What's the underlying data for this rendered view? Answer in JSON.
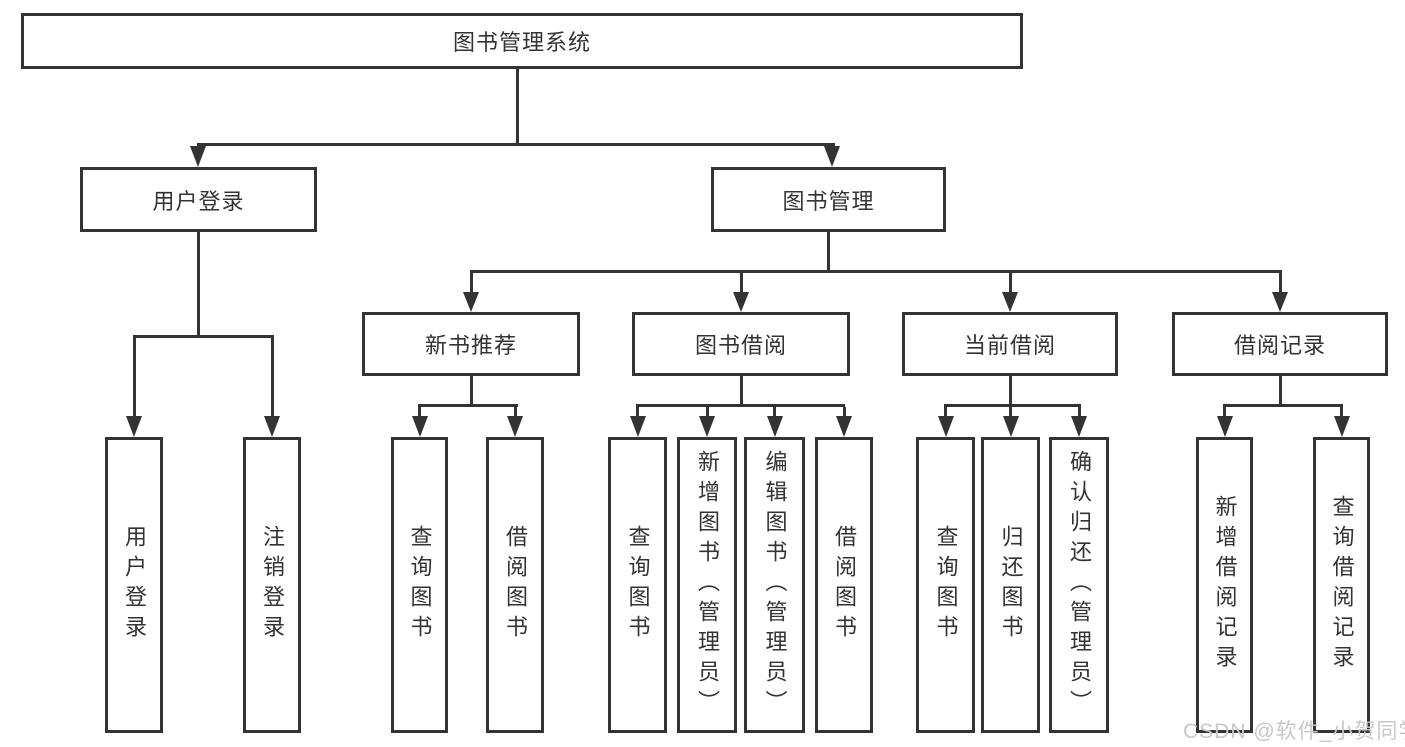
{
  "diagram": {
    "root": {
      "label": "图书管理系统"
    },
    "branches": [
      {
        "label": "用户登录",
        "children": [
          {
            "label": "用户登录"
          },
          {
            "label": "注销登录"
          }
        ]
      },
      {
        "label": "图书管理",
        "children": [
          {
            "label": "新书推荐",
            "children": [
              {
                "label": "查询图书"
              },
              {
                "label": "借阅图书"
              }
            ]
          },
          {
            "label": "图书借阅",
            "children": [
              {
                "label": "查询图书"
              },
              {
                "label": "新增图书（管理员）"
              },
              {
                "label": "编辑图书（管理员）"
              },
              {
                "label": "借阅图书"
              }
            ]
          },
          {
            "label": "当前借阅",
            "children": [
              {
                "label": "查询图书"
              },
              {
                "label": "归还图书"
              },
              {
                "label": "确认归还（管理员）"
              }
            ]
          },
          {
            "label": "借阅记录",
            "children": [
              {
                "label": "新增借阅记录"
              },
              {
                "label": "查询借阅记录"
              }
            ]
          }
        ]
      }
    ]
  },
  "watermark": {
    "text": "CSDN @软件_小贺同学"
  },
  "colors": {
    "line": "#333333",
    "text": "#333333",
    "node_background": "#ffffff",
    "page_background": "#ffffff",
    "watermark": "#c8c8c8"
  }
}
